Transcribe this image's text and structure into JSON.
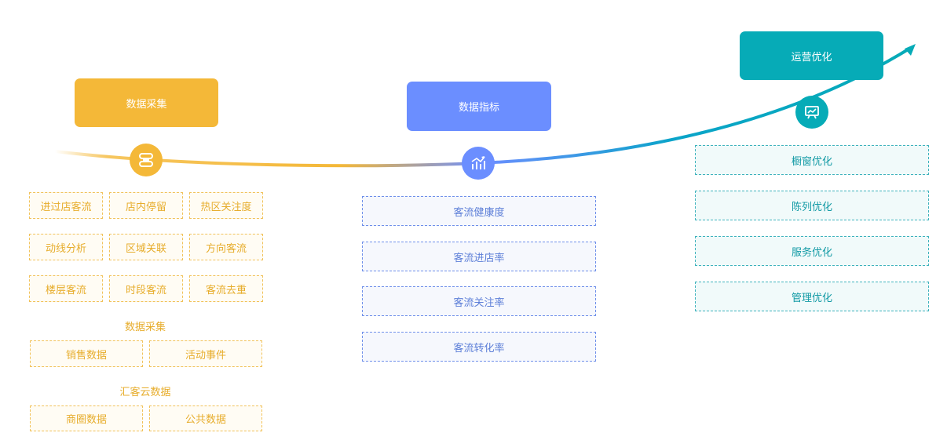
{
  "stages": [
    {
      "title": "数据采集",
      "color": "#f4b838",
      "icon": "database-icon"
    },
    {
      "title": "数据指标",
      "color": "#6b8eff",
      "icon": "chart-trend-icon"
    },
    {
      "title": "运营优化",
      "color": "#06abb7",
      "icon": "presentation-icon"
    }
  ],
  "collection": {
    "grid": [
      "进过店客流",
      "店内停留",
      "热区关注度",
      "动线分析",
      "区域关联",
      "方向客流",
      "楼层客流",
      "时段客流",
      "客流去重"
    ],
    "group1_label": "数据采集",
    "group1": [
      "销售数据",
      "活动事件"
    ],
    "group2_label": "汇客云数据",
    "group2": [
      "商圈数据",
      "公共数据"
    ]
  },
  "metrics": [
    "客流健康度",
    "客流进店率",
    "客流关注率",
    "客流转化率"
  ],
  "optimization": [
    "橱窗优化",
    "陈列优化",
    "服务优化",
    "管理优化"
  ]
}
